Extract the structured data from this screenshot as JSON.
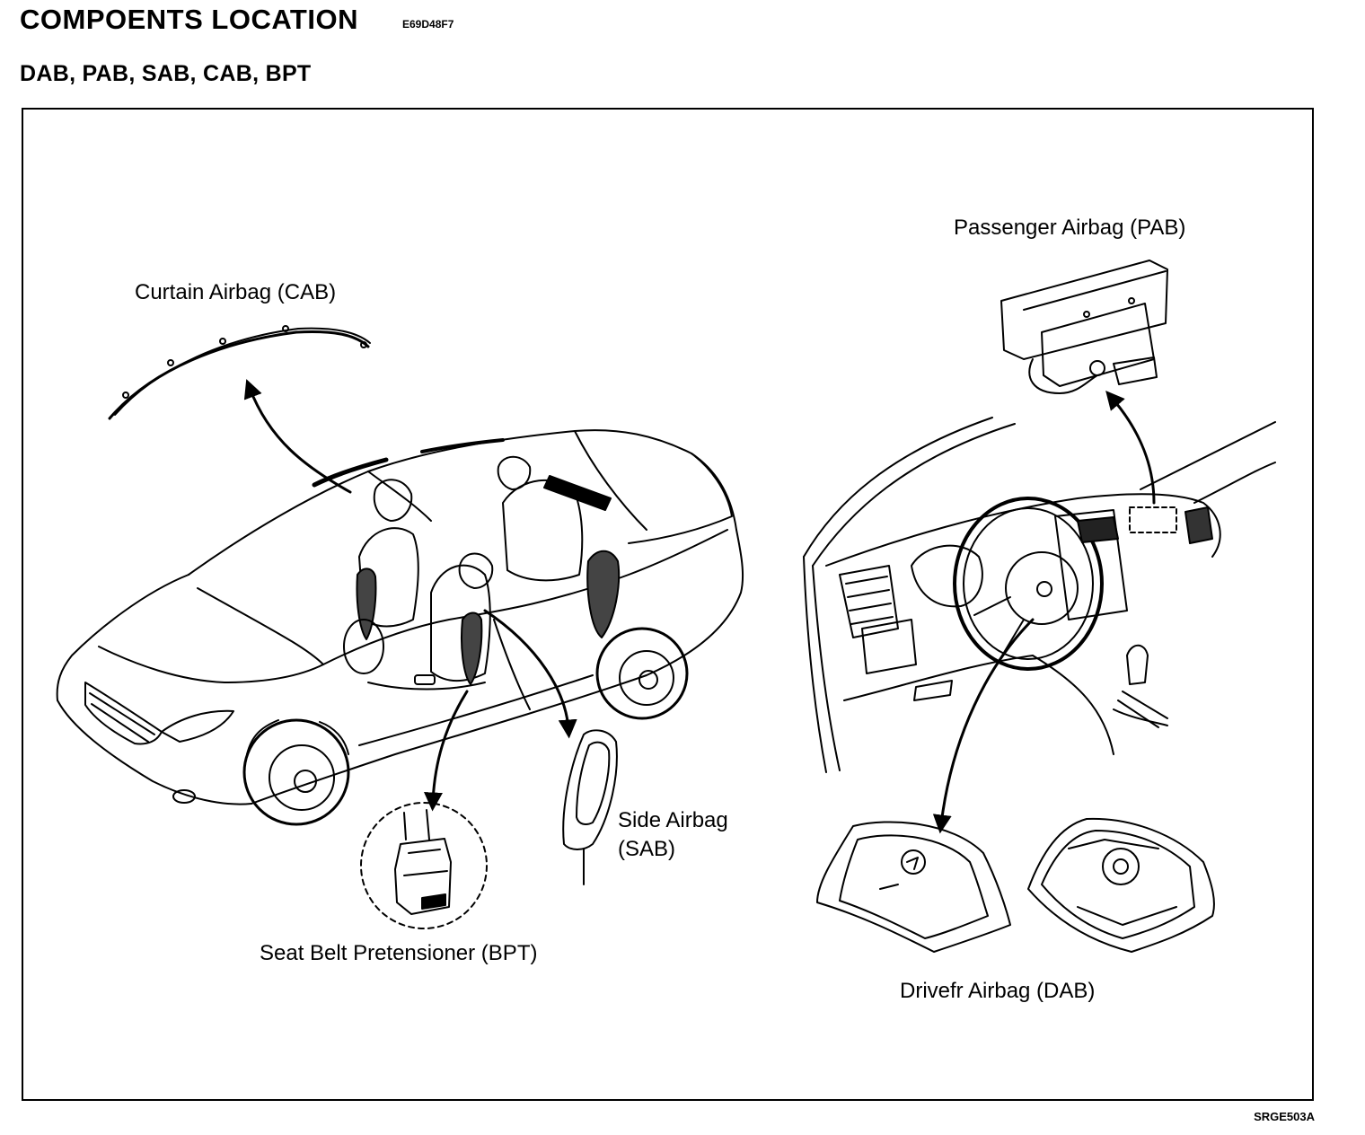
{
  "header": {
    "title": "COMPOENTS LOCATION",
    "code": "E69D48F7",
    "subtitle": "DAB, PAB, SAB, CAB, BPT"
  },
  "labels": {
    "cab": "Curtain Airbag (CAB)",
    "pab": "Passenger Airbag (PAB)",
    "sab_line1": "Side Airbag",
    "sab_line2": "(SAB)",
    "bpt": "Seat Belt Pretensioner (BPT)",
    "dab": "Drivefr Airbag (DAB)"
  },
  "figure_code": "SRGE503A"
}
